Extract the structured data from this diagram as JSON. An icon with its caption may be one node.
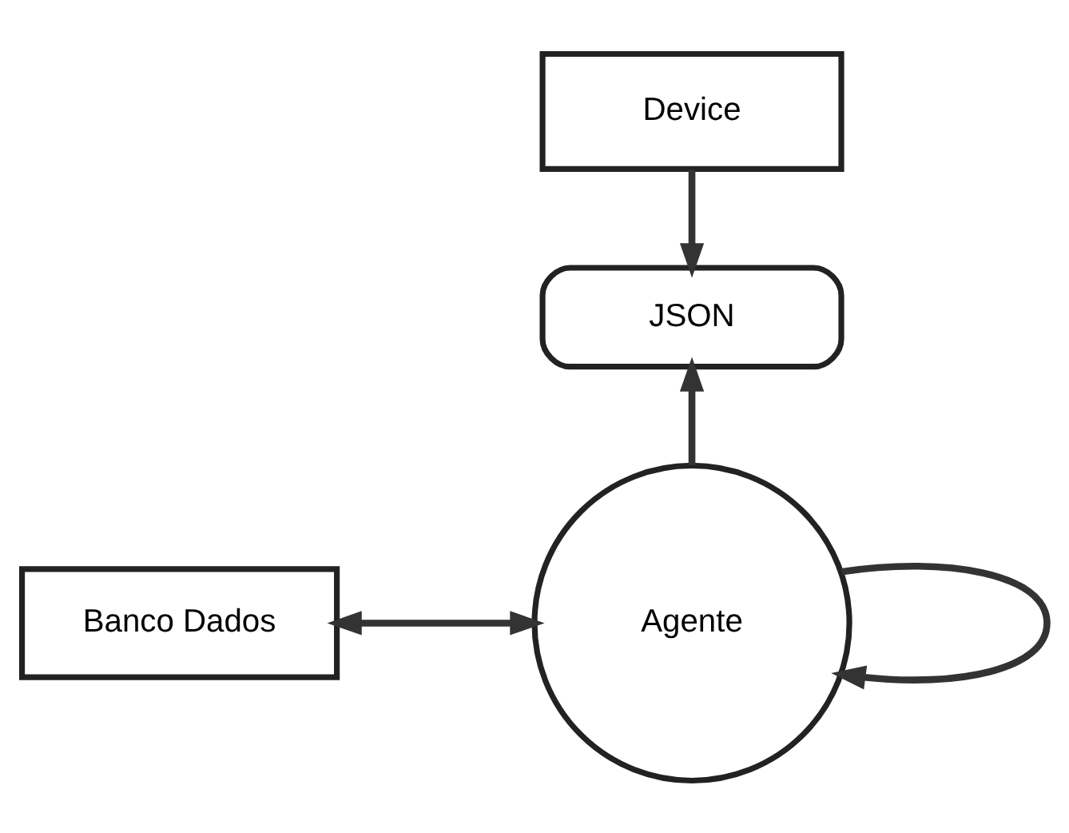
{
  "diagram": {
    "nodes": [
      {
        "text": [
          "Device"
        ]
      },
      {
        "text": [
          "JSON"
        ]
      },
      {
        "text": [
          "Agente"
        ]
      },
      {
        "text": [
          "Banco Dados"
        ]
      }
    ],
    "edges": [
      {
        "from": 0,
        "to": 1,
        "arrow": "to"
      },
      {
        "from": 2,
        "to": 1,
        "arrow": "to"
      },
      {
        "from": 3,
        "to": 2,
        "arrow": "both"
      },
      {
        "from": 2,
        "to": 2,
        "arrow": "to"
      }
    ]
  }
}
